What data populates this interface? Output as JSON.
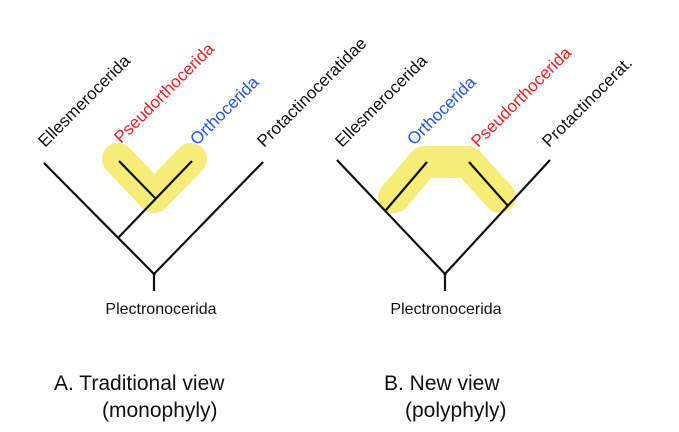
{
  "colors": {
    "highlight": "#f6ec78",
    "pseudorthocerida": "#ee1c24",
    "orthocerida": "#2255ee",
    "default": "#111111"
  },
  "tree_a": {
    "root": "Plectronocerida",
    "taxa": {
      "ellesmerocerida": "Ellesmerocerida",
      "pseudorthocerida": "Pseudorthocerida",
      "orthocerida": "Orthocerida",
      "protactinoceratidae": "Protactinoceratidae"
    },
    "caption_line1": "A. Traditional view",
    "caption_line2": "(monophyly)"
  },
  "tree_b": {
    "root": "Plectronocerida",
    "taxa": {
      "ellesmerocerida": "Ellesmerocerida",
      "orthocerida": "Orthocerida",
      "pseudorthocerida": "Pseudorthocerida",
      "protactinoceratidae": "Protactinocerat."
    },
    "caption_line1": "B. New view",
    "caption_line2": "(polyphyly)"
  }
}
